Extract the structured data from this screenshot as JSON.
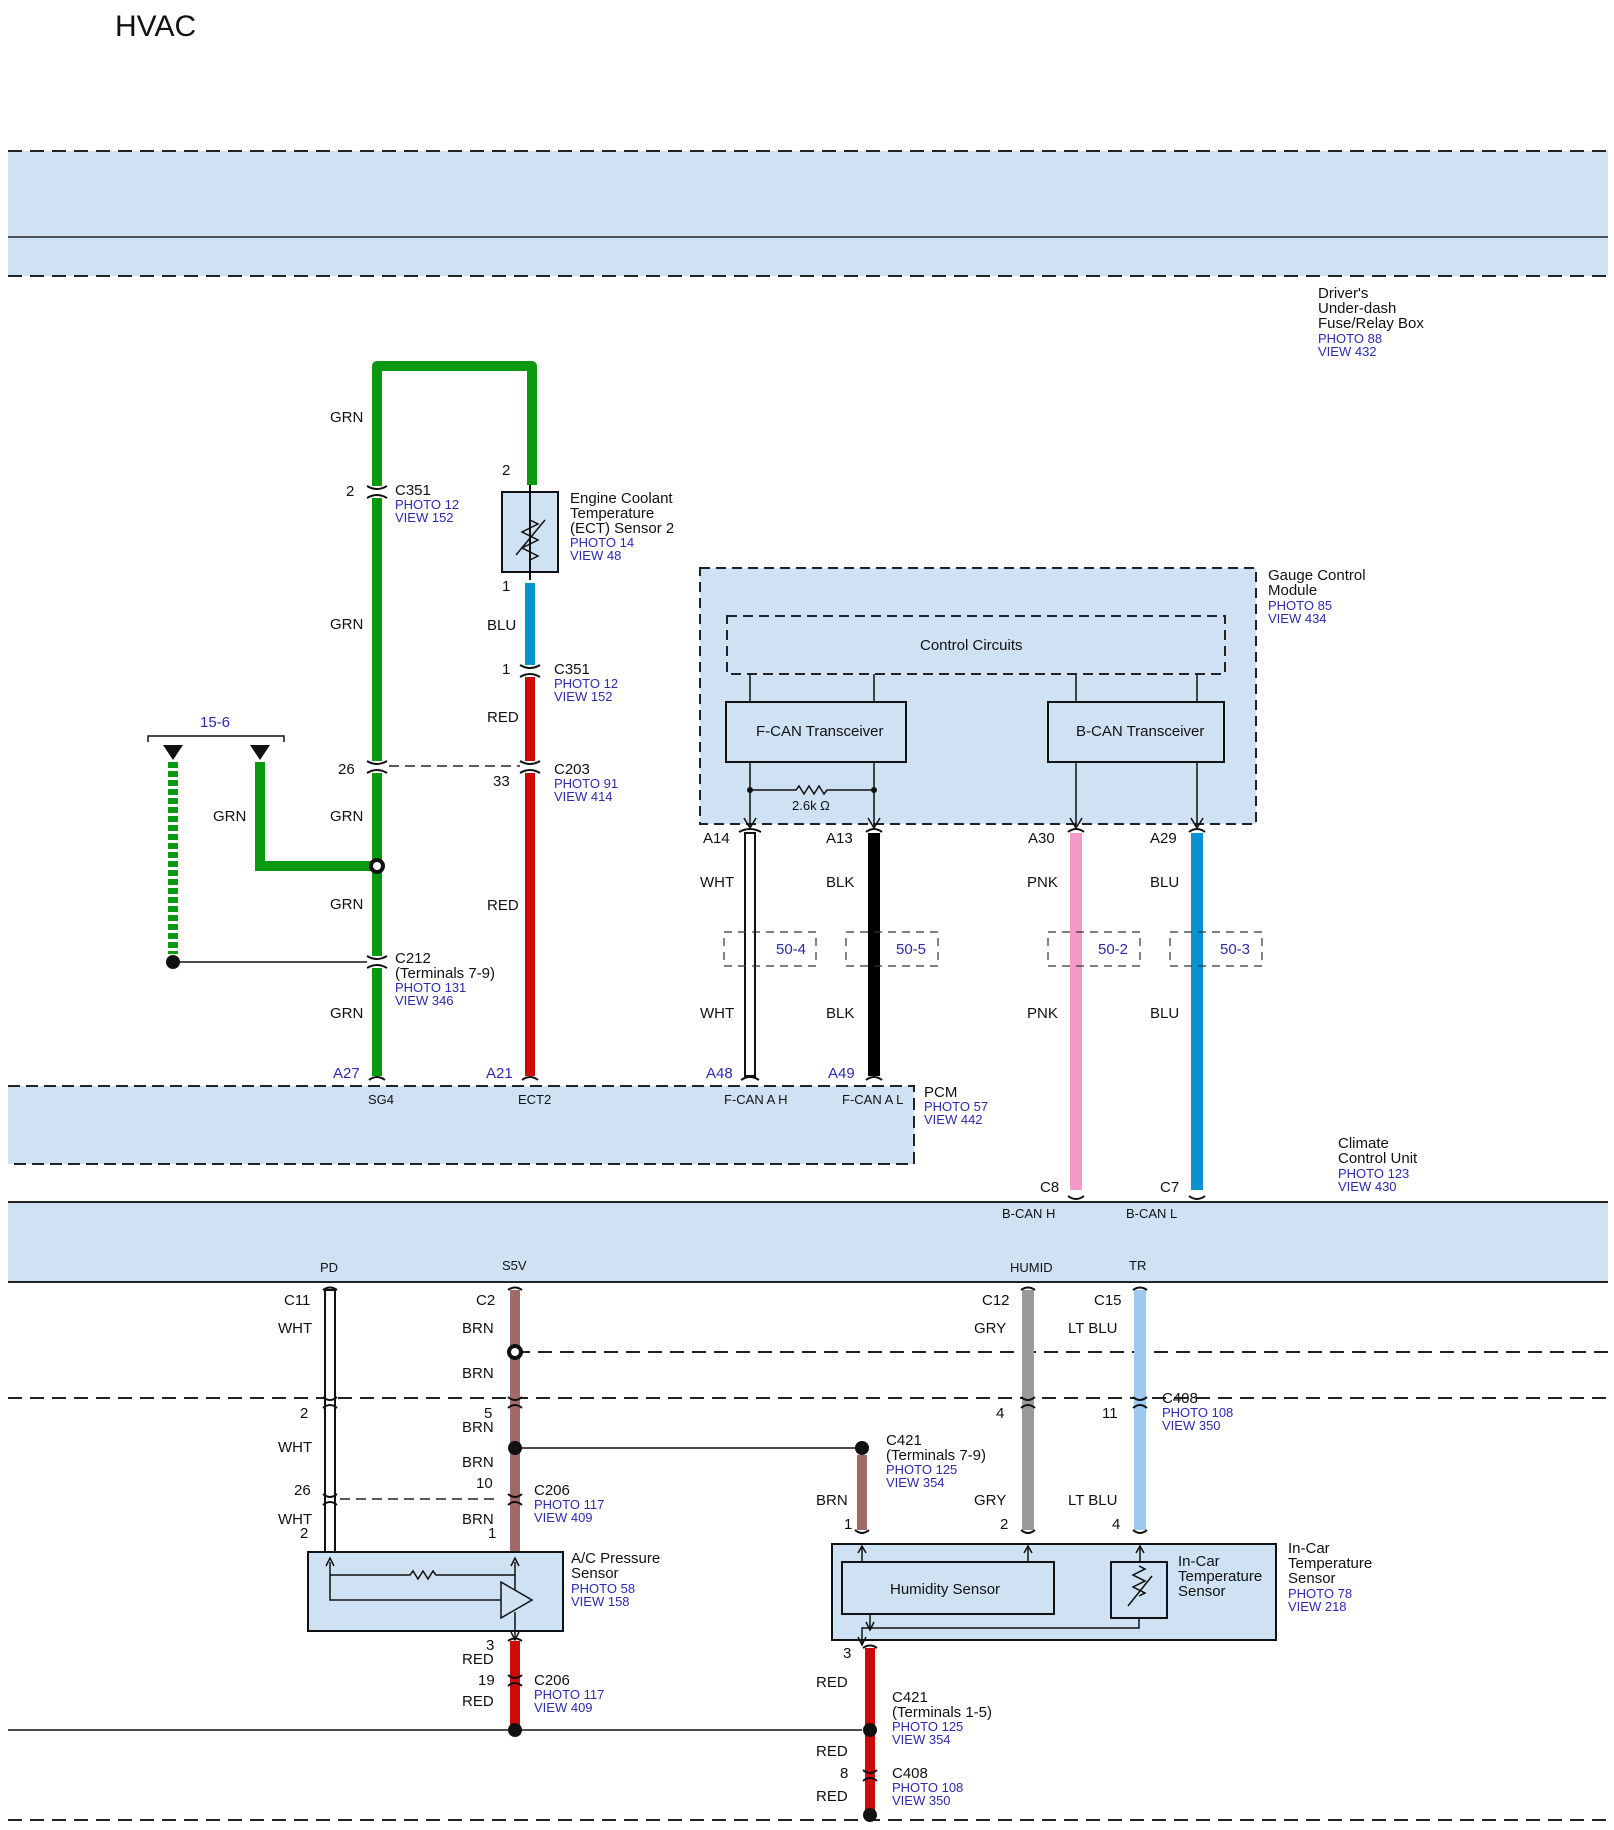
{
  "title": "HVAC",
  "colors": {
    "grn": "#0a9a12",
    "blu": "#0a91d0",
    "red": "#cf0a0a",
    "pnk": "#f49ac8",
    "brn": "#a06a66",
    "gry": "#9a9a9a",
    "ltblu": "#9cc8f2",
    "blk": "#000000",
    "module": "#cfe2f3",
    "link": "#2b2bb0"
  },
  "components": {
    "fuse_box": {
      "lines": [
        "Driver's",
        "Under-dash",
        "Fuse/Relay Box"
      ],
      "photo": "PHOTO 88",
      "view": "VIEW 432"
    },
    "ect_sensor": {
      "lines": [
        "Engine Coolant",
        "Temperature",
        "(ECT) Sensor 2"
      ],
      "photo": "PHOTO 14",
      "view": "VIEW 48",
      "pin_top": "2",
      "pin_bottom": "1"
    },
    "gauge": {
      "lines": [
        "Gauge Control",
        "Module"
      ],
      "photo": "PHOTO 85",
      "view": "VIEW 434",
      "control": "Control Circuits",
      "fcan": "F-CAN Transceiver",
      "bcan": "B-CAN Transceiver",
      "resistor": "2.6k Ω"
    },
    "pcm": {
      "name": "PCM",
      "photo": "PHOTO 57",
      "view": "VIEW 442"
    },
    "climate": {
      "lines": [
        "Climate",
        "Control Unit"
      ],
      "photo": "PHOTO 123",
      "view": "VIEW 430"
    },
    "ac_sensor": {
      "lines": [
        "A/C Pressure",
        "Sensor"
      ],
      "photo": "PHOTO 58",
      "view": "VIEW 158"
    },
    "incar": {
      "lines": [
        "In-Car",
        "Temperature",
        "Sensor"
      ],
      "photo": "PHOTO 78",
      "view": "VIEW 218",
      "humidity": "Humidity Sensor",
      "inner": [
        "In-Car",
        "Temperature",
        "Sensor"
      ]
    }
  },
  "connectors": {
    "c351a": {
      "id": "C351",
      "photo": "PHOTO 12",
      "view": "VIEW 152",
      "pin": "2"
    },
    "c351b": {
      "id": "C351",
      "photo": "PHOTO 12",
      "view": "VIEW 152",
      "pin": "1"
    },
    "c203": {
      "id": "C203",
      "photo": "PHOTO 91",
      "view": "VIEW 414",
      "pin_left": "26",
      "pin_right": "33"
    },
    "c212": {
      "id": "C212",
      "sub": "(Terminals 7-9)",
      "photo": "PHOTO 131",
      "view": "VIEW 346"
    },
    "c408a": {
      "id": "C408",
      "photo": "PHOTO 108",
      "view": "VIEW 350",
      "pins": [
        "2",
        "5",
        "4",
        "11"
      ]
    },
    "c421a": {
      "id": "C421",
      "sub": "(Terminals 7-9)",
      "photo": "PHOTO 125",
      "view": "VIEW 354"
    },
    "c206a": {
      "id": "C206",
      "photo": "PHOTO 117",
      "view": "VIEW 409",
      "pins": [
        "26",
        "10"
      ]
    },
    "c206b": {
      "id": "C206",
      "photo": "PHOTO 117",
      "view": "VIEW 409",
      "pin": "19"
    },
    "c421b": {
      "id": "C421",
      "sub": "(Terminals 1-5)",
      "photo": "PHOTO 125",
      "view": "VIEW 354"
    },
    "c408b": {
      "id": "C408",
      "photo": "PHOTO 108",
      "view": "VIEW 350",
      "pin": "8"
    }
  },
  "wires": {
    "grn": "GRN",
    "blu": "BLU",
    "red": "RED",
    "wht": "WHT",
    "blk": "BLK",
    "pnk": "PNK",
    "brn": "BRN",
    "gry": "GRY",
    "ltblu": "LT BLU"
  },
  "refs": {
    "r156": "15-6",
    "r504": "50-4",
    "r505": "50-5",
    "r502": "50-2",
    "r503": "50-3"
  },
  "terminals": {
    "a27": "A27",
    "a21": "A21",
    "a48": "A48",
    "a49": "A49",
    "sg4": "SG4",
    "ect2": "ECT2",
    "fcanh": "F-CAN A H",
    "fcanl": "F-CAN A L",
    "a14": "A14",
    "a13": "A13",
    "a30": "A30",
    "a29": "A29",
    "c8": "C8",
    "c7": "C7",
    "bcanh": "B-CAN H",
    "bcanl": "B-CAN L",
    "pd": "PD",
    "s5v": "S5V",
    "humid": "HUMID",
    "tr": "TR",
    "c11": "C11",
    "c2": "C2",
    "c12": "C12",
    "c15": "C15",
    "p2": "2",
    "p1": "1",
    "p4": "4",
    "p3": "3"
  }
}
